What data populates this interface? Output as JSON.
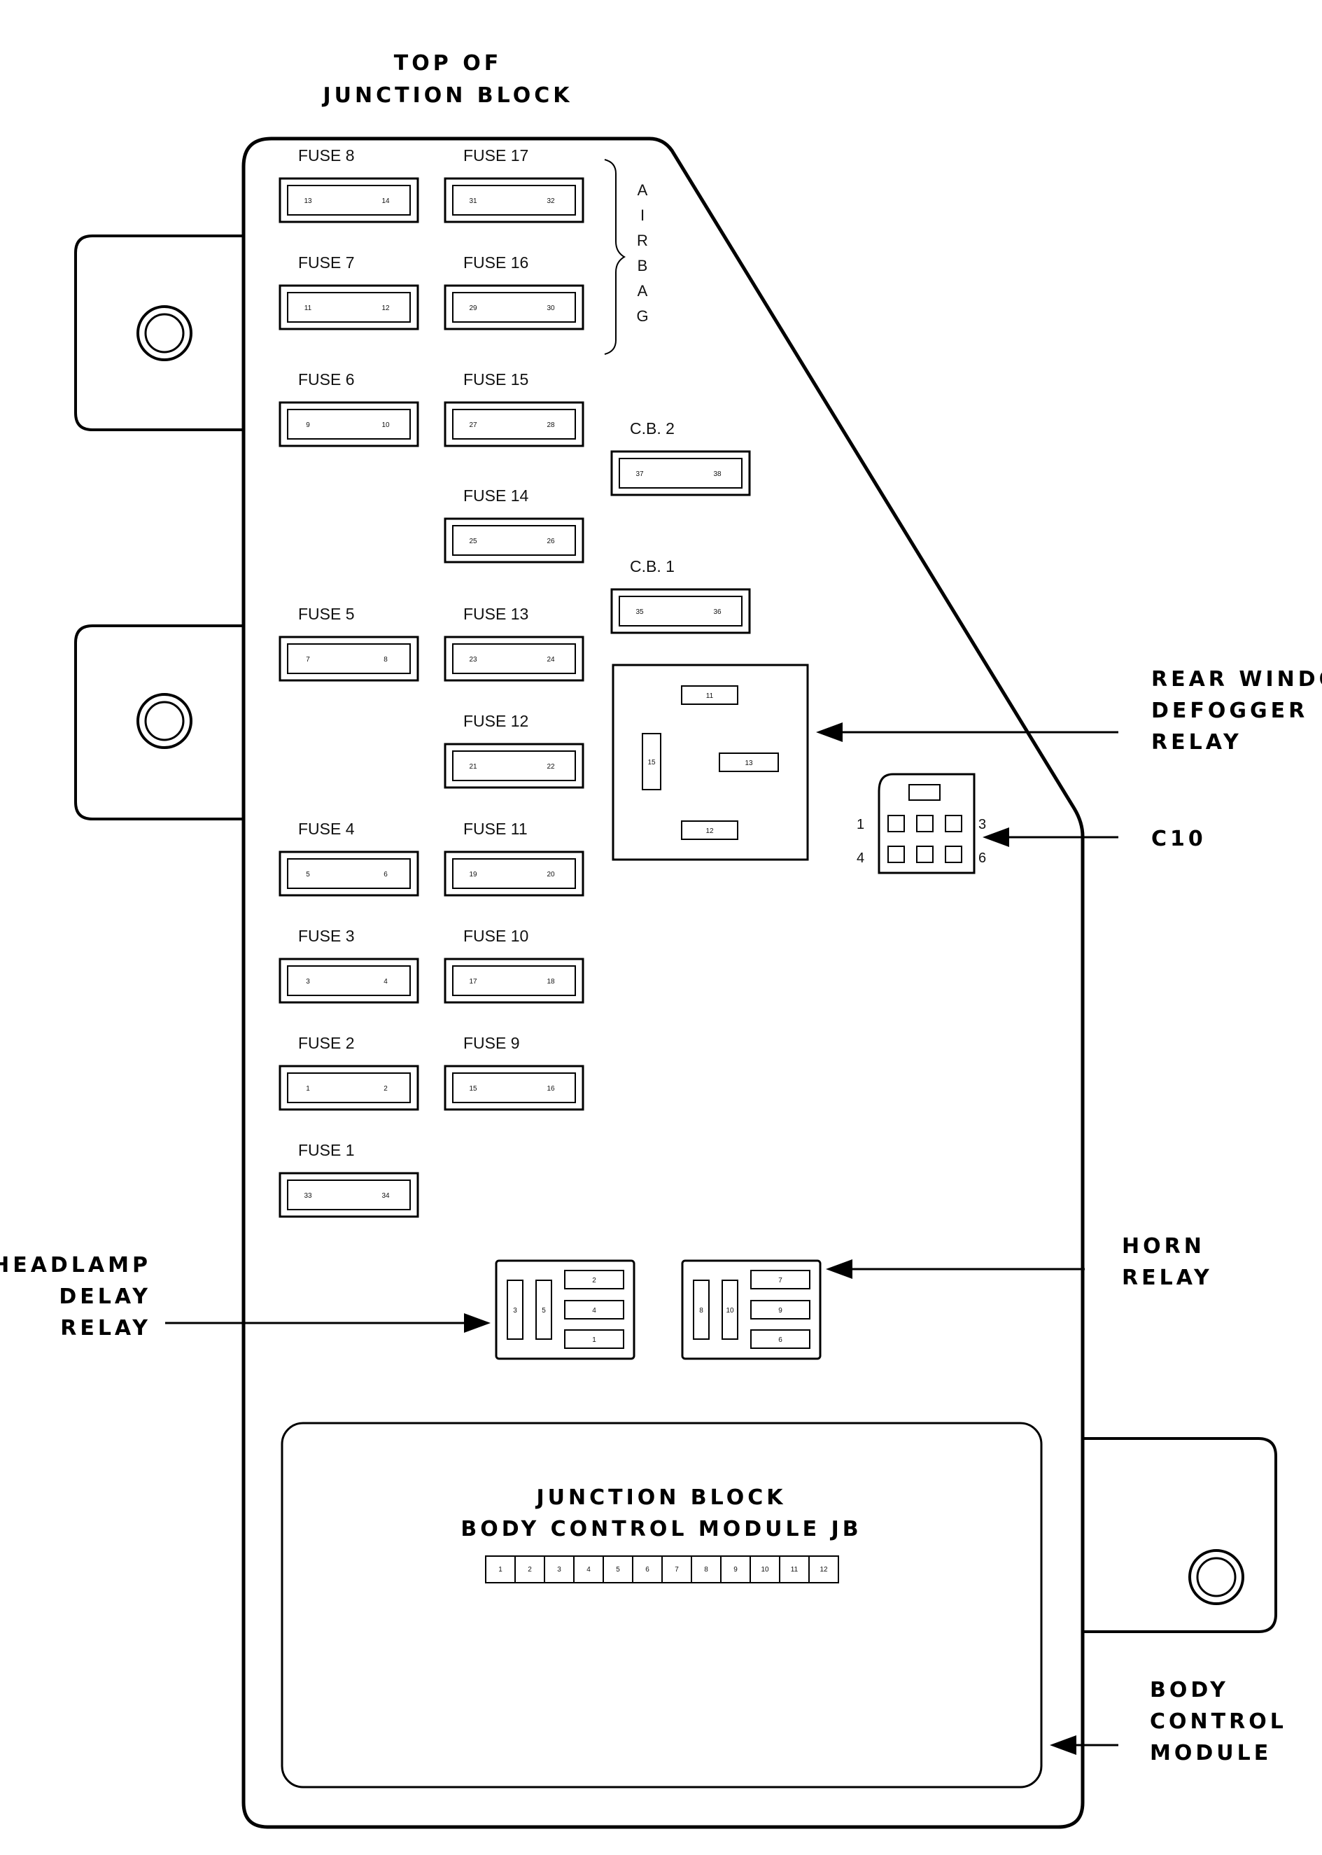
{
  "title": [
    "TOP OF",
    "JUNCTION BLOCK"
  ],
  "fuse_column_left": [
    {
      "label": "FUSE 8",
      "pins": [
        "13",
        "14"
      ]
    },
    {
      "label": "FUSE 7",
      "pins": [
        "11",
        "12"
      ]
    },
    {
      "label": "FUSE 6",
      "pins": [
        "9",
        "10"
      ]
    },
    {
      "label": "FUSE 5",
      "pins": [
        "7",
        "8"
      ]
    },
    {
      "label": "FUSE 4",
      "pins": [
        "5",
        "6"
      ]
    },
    {
      "label": "FUSE 3",
      "pins": [
        "3",
        "4"
      ]
    },
    {
      "label": "FUSE 2",
      "pins": [
        "1",
        "2"
      ]
    },
    {
      "label": "FUSE 1",
      "pins": [
        "33",
        "34"
      ]
    }
  ],
  "fuse_column_right": [
    {
      "label": "FUSE 17",
      "pins": [
        "31",
        "32"
      ]
    },
    {
      "label": "FUSE 16",
      "pins": [
        "29",
        "30"
      ]
    },
    {
      "label": "FUSE 15",
      "pins": [
        "27",
        "28"
      ]
    },
    {
      "label": "FUSE 14",
      "pins": [
        "25",
        "26"
      ]
    },
    {
      "label": "FUSE 13",
      "pins": [
        "23",
        "24"
      ]
    },
    {
      "label": "FUSE 12",
      "pins": [
        "21",
        "22"
      ]
    },
    {
      "label": "FUSE 11",
      "pins": [
        "19",
        "20"
      ]
    },
    {
      "label": "FUSE 10",
      "pins": [
        "17",
        "18"
      ]
    },
    {
      "label": "FUSE 9",
      "pins": [
        "15",
        "16"
      ]
    }
  ],
  "circuit_breakers": [
    {
      "label": "C.B. 2",
      "pins": [
        "37",
        "38"
      ]
    },
    {
      "label": "C.B. 1",
      "pins": [
        "35",
        "36"
      ]
    }
  ],
  "airbag_letters": [
    "A",
    "I",
    "R",
    "B",
    "A",
    "G"
  ],
  "rear_window_relay": {
    "pins": {
      "top": "11",
      "left": "15",
      "middle": "13",
      "bottom": "12"
    },
    "label": [
      "REAR WINDOW",
      "DEFOGGER",
      "RELAY"
    ]
  },
  "c10_connector": {
    "label": "C10",
    "pin_numbers": {
      "top_left": "1",
      "top_right": "3",
      "bottom_left": "4",
      "bottom_right": "6"
    }
  },
  "headlamp_relay": {
    "label": [
      "HEADLAMP",
      "DELAY",
      "RELAY"
    ],
    "pins": {
      "v1": "3",
      "v2": "5",
      "h1": "2",
      "h2": "4",
      "h3": "1"
    }
  },
  "horn_relay": {
    "label": [
      "HORN",
      "RELAY"
    ],
    "pins": {
      "v1": "8",
      "v2": "10",
      "h1": "7",
      "h2": "9",
      "h3": "6"
    }
  },
  "bcm": {
    "title": [
      "JUNCTION BLOCK",
      "BODY CONTROL MODULE JB"
    ],
    "pins": [
      "1",
      "2",
      "3",
      "4",
      "5",
      "6",
      "7",
      "8",
      "9",
      "10",
      "11",
      "12"
    ],
    "label": [
      "BODY",
      "CONTROL",
      "MODULE"
    ]
  }
}
